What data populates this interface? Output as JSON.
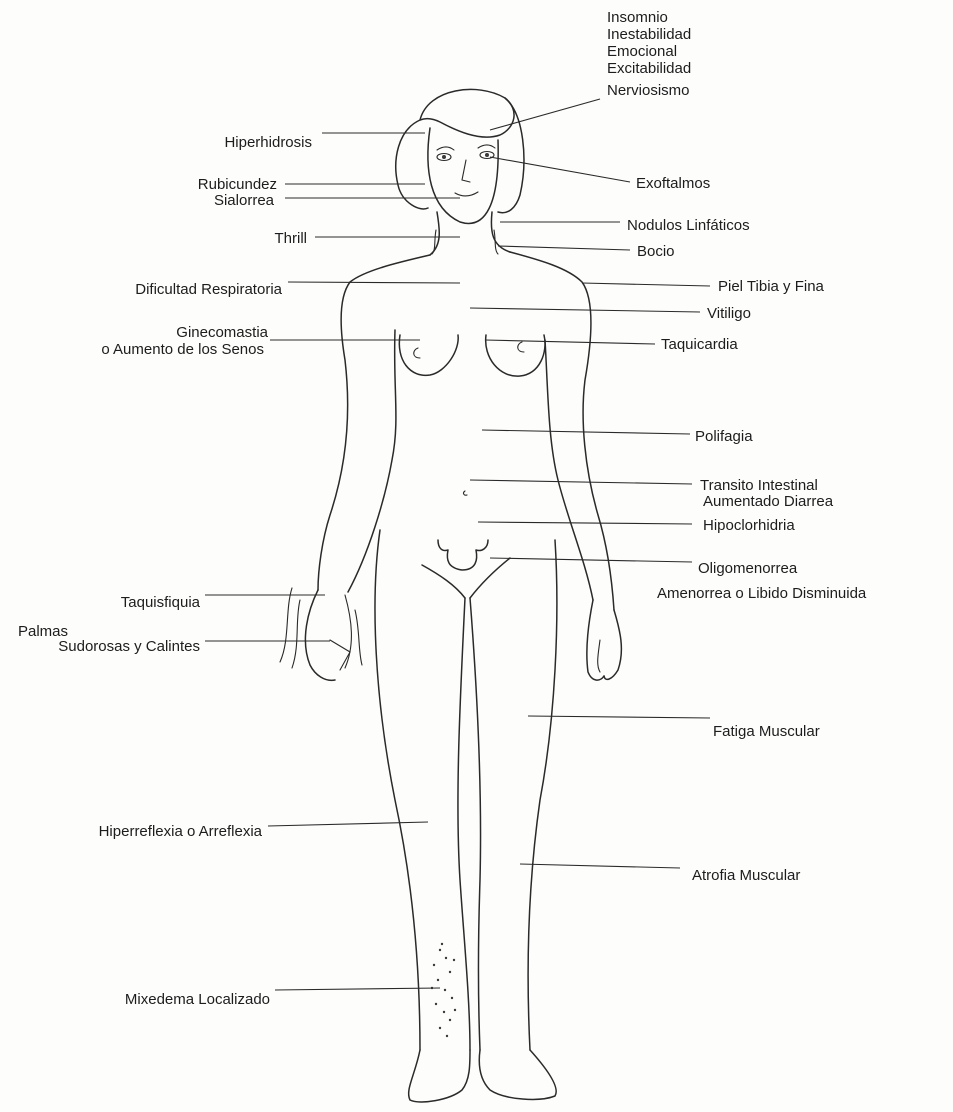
{
  "labels": {
    "insomnio": "Insomnio",
    "inestabilidad": "Inestabilidad",
    "emocional": "Emocional",
    "excitabilidad": "Excitabilidad",
    "nerviosismo": "Nerviosismo",
    "hiperhidrosis": "Hiperhidrosis",
    "exoftalmos": "Exoftalmos",
    "rubicundez": "Rubicundez",
    "sialorrea": "Sialorrea",
    "nodulos": "Nodulos Linfáticos",
    "thrill": "Thrill",
    "bocio": "Bocio",
    "dificultad": "Dificultad  Respiratoria",
    "piel": "Piel Tibia y Fina",
    "vitiligo": "Vitiligo",
    "ginecomastia": "Ginecomastia",
    "aumento_senos": "o Aumento de los Senos",
    "taquicardia": "Taquicardia",
    "polifagia": "Polifagia",
    "transito": "Transito Intestinal",
    "aumentado": "Aumentado  Diarrea",
    "hipoclorhidria": "Hipoclorhidria",
    "oligomenorrea": "Oligomenorrea",
    "amenorrea": "Amenorrea o Libido Disminuida",
    "taquisfiquia": "Taquisfiquia",
    "palmas": "Palmas",
    "sudorosas": "Sudorosas y Calintes",
    "fatiga": "Fatiga Muscular",
    "hiperreflexia": "Hiperreflexia  o  Arreflexia",
    "atrofia": "Atrofia  Muscular",
    "mixedema": "Mixedema Localizado"
  }
}
